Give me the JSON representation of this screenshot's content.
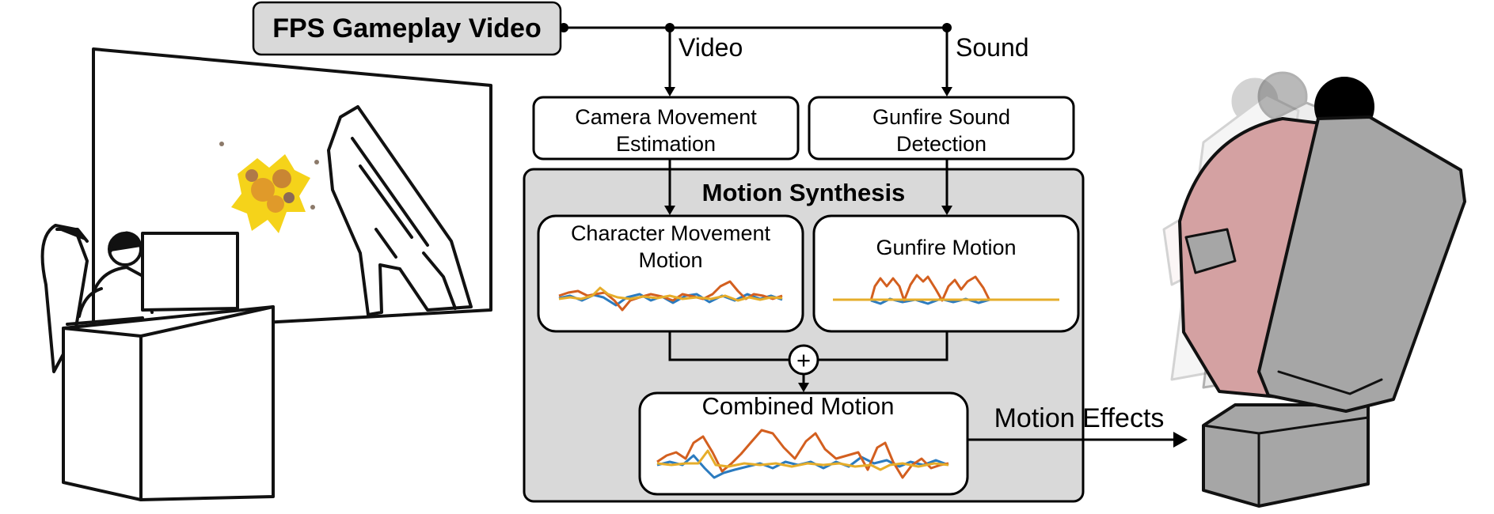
{
  "diagram": {
    "source_box": {
      "label": "FPS Gameplay Video"
    },
    "branch_labels": {
      "video": "Video",
      "sound": "Sound"
    },
    "camera_box": {
      "line1": "Camera Movement",
      "line2": "Estimation"
    },
    "gunfire_detect_box": {
      "line1": "Gunfire Sound",
      "line2": "Detection"
    },
    "synthesis_panel": {
      "title": "Motion Synthesis"
    },
    "character_motion_box": {
      "line1": "Character Movement",
      "line2": "Motion"
    },
    "gunfire_motion_box": {
      "label": "Gunfire Motion"
    },
    "plus_symbol": "+",
    "combined_motion_box": {
      "label": "Combined Motion"
    },
    "output_label": "Motion Effects"
  },
  "colors": {
    "panel_fill": "#d9d9d9",
    "signal_orange": "#d35f1f",
    "signal_blue": "#2b7bbf",
    "signal_yellow": "#e6ad2a",
    "seat_pink": "#d4a1a2",
    "seat_gray": "#a6a6a6"
  },
  "illustrations": {
    "left": "player-at-desk-watching-fps-screen",
    "right": "motion-simulator-seat"
  }
}
